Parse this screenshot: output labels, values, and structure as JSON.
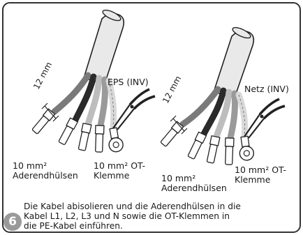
{
  "step": {
    "number": "6",
    "caption_lines": [
      "Die Kabel abisolieren und die Aderendhülsen in die",
      "Kabel L1, L2, L3 und N sowie die OT-Klemmen in",
      "die PE-Kabel einführen."
    ]
  },
  "left_panel": {
    "cable_label": "EPS (INV)",
    "strip_length": "12 mm",
    "ferrule_label": [
      "10 mm²",
      "Aderendhülsen"
    ],
    "lug_label": [
      "10 mm² OT-",
      "Klemme"
    ]
  },
  "right_panel": {
    "cable_label": "Netz (INV)",
    "strip_length": "12 mm",
    "ferrule_label": [
      "10 mm²",
      "Aderendhülsen"
    ],
    "lug_label": [
      "10 mm² OT-",
      "Klemme"
    ]
  },
  "colors": {
    "wire_brown": "#7a7a7a",
    "wire_black": "#2a2a2a",
    "wire_grey": "#bdbdbd",
    "wire_blue": "#9a9a9a",
    "wire_pe": "#d9d9d9",
    "frame": "#333333",
    "badge": "#9a9a9a"
  }
}
